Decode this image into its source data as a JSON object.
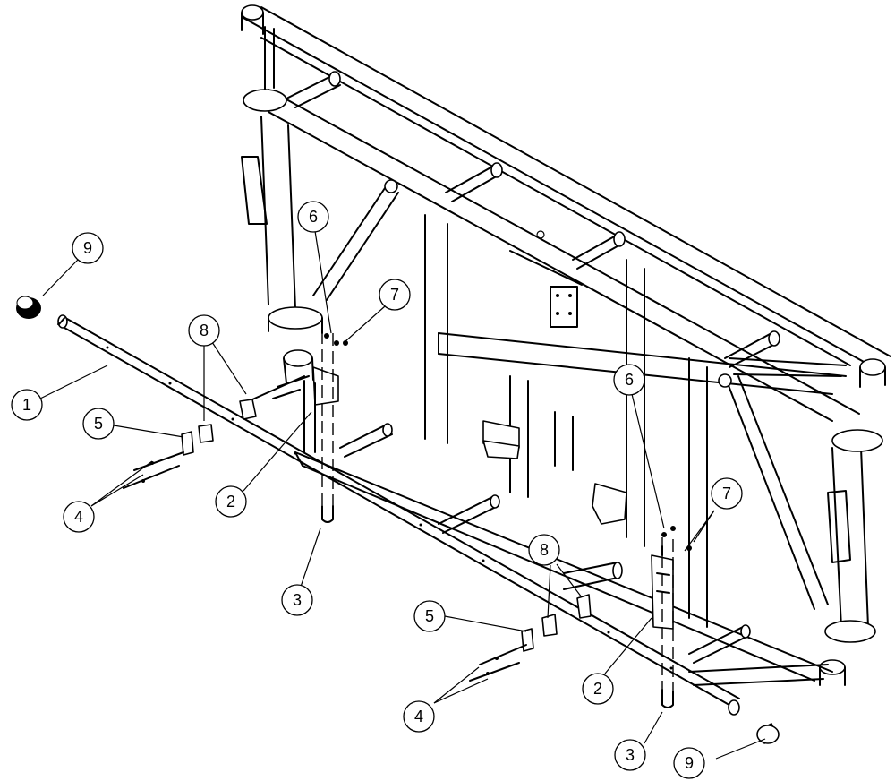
{
  "callouts": [
    {
      "id": "callout-9-top",
      "label": "9"
    },
    {
      "id": "callout-1",
      "label": "1"
    },
    {
      "id": "callout-8-left",
      "label": "8"
    },
    {
      "id": "callout-6-left",
      "label": "6"
    },
    {
      "id": "callout-7-left",
      "label": "7"
    },
    {
      "id": "callout-5-left",
      "label": "5"
    },
    {
      "id": "callout-4-left",
      "label": "4"
    },
    {
      "id": "callout-2-left",
      "label": "2"
    },
    {
      "id": "callout-3-left",
      "label": "3"
    },
    {
      "id": "callout-6-right",
      "label": "6"
    },
    {
      "id": "callout-7-right",
      "label": "7"
    },
    {
      "id": "callout-8-right",
      "label": "8"
    },
    {
      "id": "callout-5-right",
      "label": "5"
    },
    {
      "id": "callout-2-right",
      "label": "2"
    },
    {
      "id": "callout-4-right",
      "label": "4"
    },
    {
      "id": "callout-3-right",
      "label": "3"
    },
    {
      "id": "callout-9-bottom",
      "label": "9"
    }
  ],
  "colors": {
    "line": "#000000",
    "background": "#ffffff"
  }
}
